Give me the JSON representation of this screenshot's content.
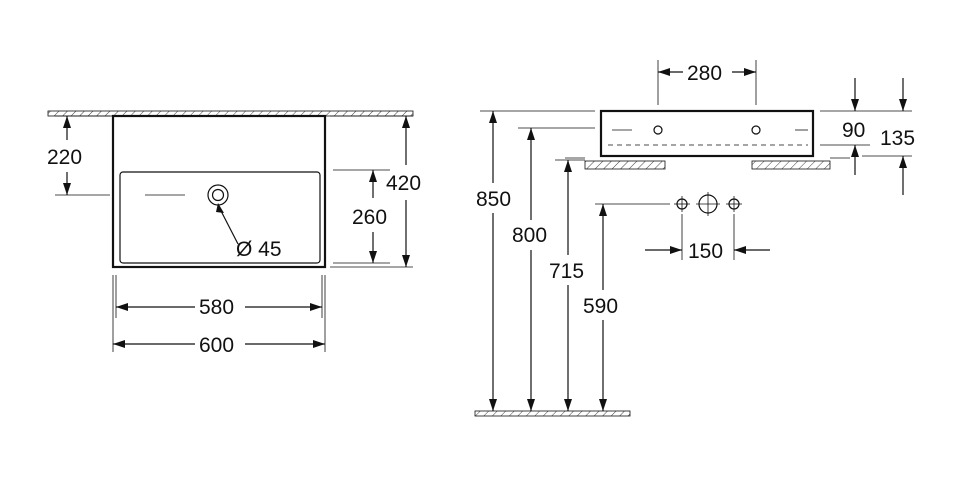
{
  "drawing": {
    "front_view": {
      "dim_220": "220",
      "dim_420": "420",
      "dim_260": "260",
      "dim_580": "580",
      "dim_600": "600",
      "dim_hole": "Ø 45"
    },
    "side_view": {
      "dim_280": "280",
      "dim_90": "90",
      "dim_135": "135",
      "dim_850": "850",
      "dim_800": "800",
      "dim_715": "715",
      "dim_590": "590",
      "dim_150": "150"
    }
  }
}
